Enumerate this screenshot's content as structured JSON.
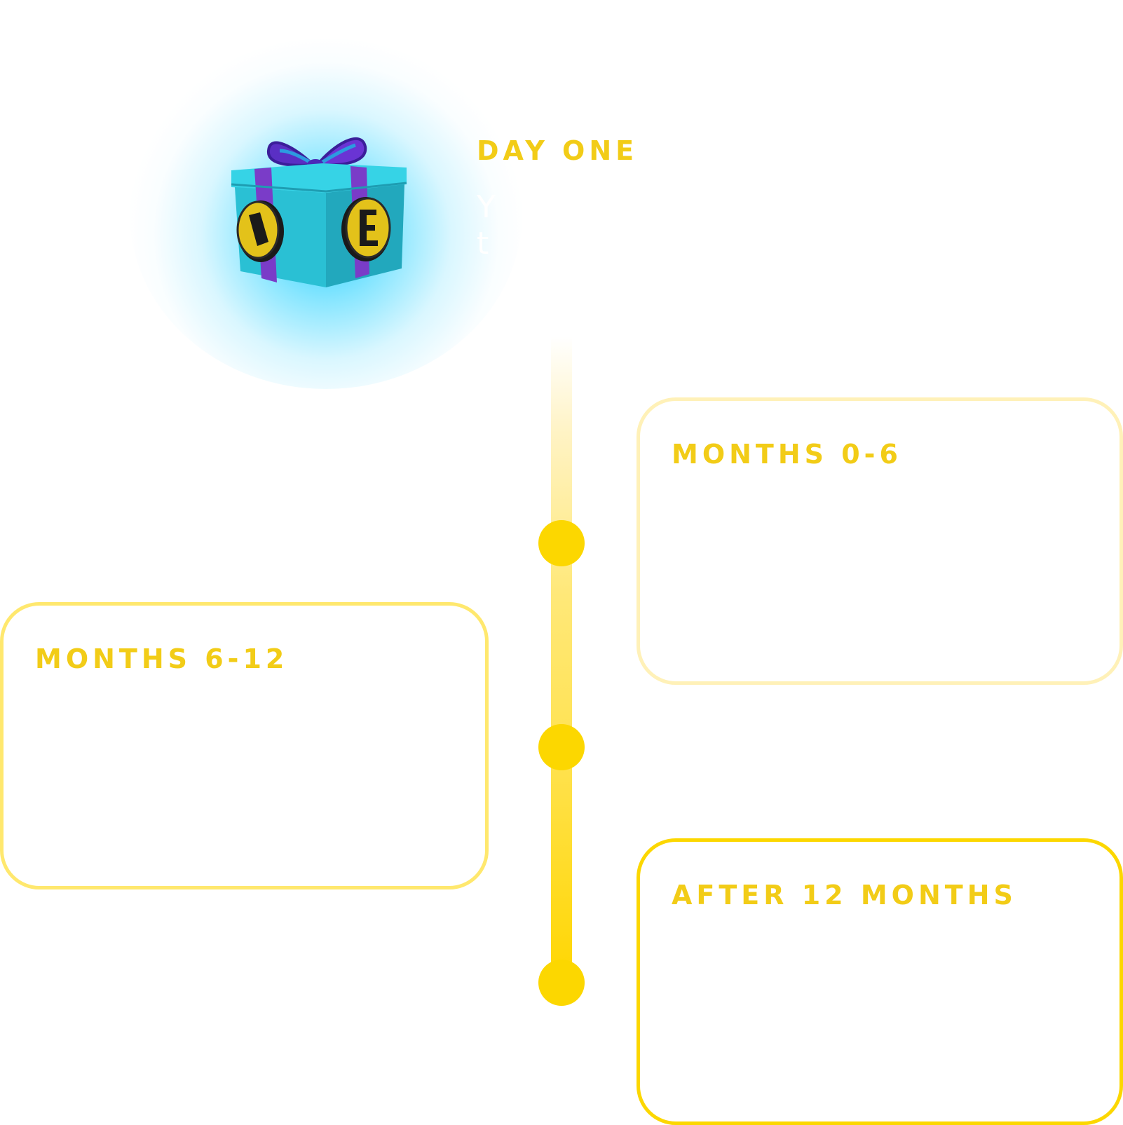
{
  "day_one": {
    "title": "DAY ONE",
    "text": "Y\nt"
  },
  "gift": {
    "icon_left": "ticket-icon",
    "icon_right": "e-coin-icon"
  },
  "milestones": [
    {
      "title": "MONTHS 0-6"
    },
    {
      "title": "MONTHS 6-12"
    },
    {
      "title": "AFTER 12 MONTHS"
    }
  ],
  "colors": {
    "accent_text": "#F2CC17",
    "timeline_yellow": "#FCD700",
    "gift_body": "#2BC6D8",
    "gift_ribbon": "#7A3CC8",
    "glow": "#00C8FF"
  }
}
